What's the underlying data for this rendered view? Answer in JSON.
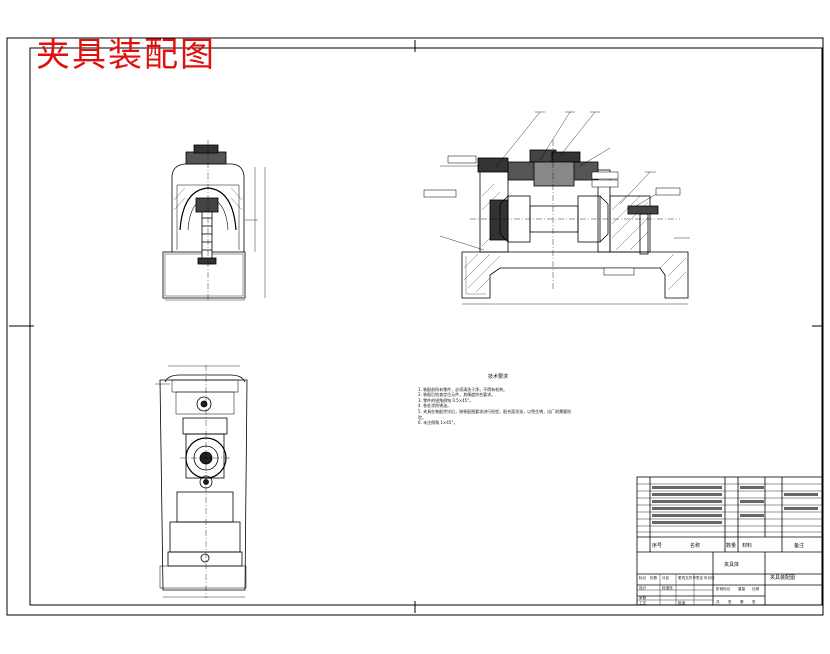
{
  "drawing": {
    "title": "夹具装配图",
    "title_color": "#e0100c",
    "line_color": "#000000"
  },
  "technical_requirements": {
    "heading": "技术要求",
    "items": [
      "1. 装配前所有零件，必须清洗干净，不得有毛刺。",
      "2. 装配后检查定位元件，其精度符合要求。",
      "3. 零件的锐角倒钝 0.5×45°。",
      "4. 各处涂防锈油。",
      "5. 夹具在装配完毕后，按装配图要求进行检验，配合面涂油，以免生锈，出厂前需要检验。",
      "6. 未注倒角 1×45°。"
    ]
  },
  "title_block": {
    "header": {
      "seq": "序号",
      "name": "名称",
      "qty": "数量",
      "material": "材料",
      "remark": "备注"
    },
    "drawing_name": "夹具装配图",
    "part_name": "夹具体",
    "labels": [
      "标记",
      "处数",
      "分区",
      "更改文件号",
      "签名",
      "年月日",
      "设计",
      "标准化",
      "阶段标记",
      "重量",
      "比例",
      "审核",
      "工艺",
      "批准",
      "共",
      "张",
      "第",
      "张"
    ]
  }
}
